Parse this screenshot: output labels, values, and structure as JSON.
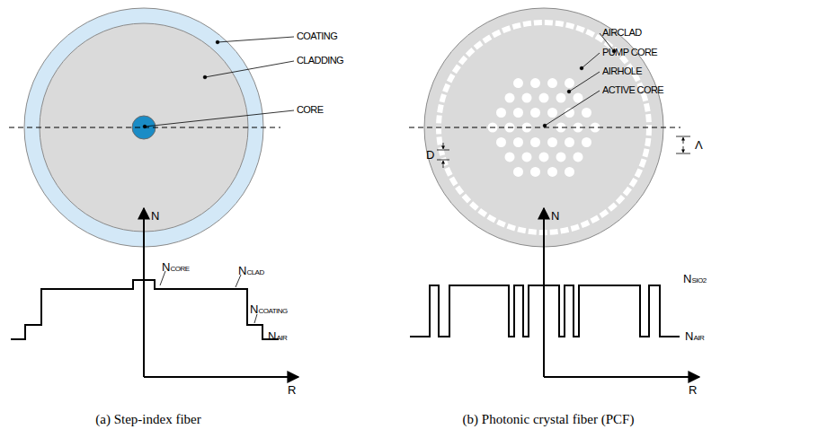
{
  "diagram": {
    "labels": [
      "COATING",
      "CLADDING",
      "CORE",
      "N",
      "NCORE",
      "NCLAD",
      "NCOATING",
      "NAIR",
      "R",
      "(a) Step-index fiber",
      "AIRCLAD",
      "PUMP CORE",
      "AIRHOLE",
      "ACTIVE CORE",
      "D",
      "Λ",
      "N",
      "NSIO2",
      "NAIR",
      "R",
      "(b) Photonic crystal fiber (PCF)"
    ]
  }
}
